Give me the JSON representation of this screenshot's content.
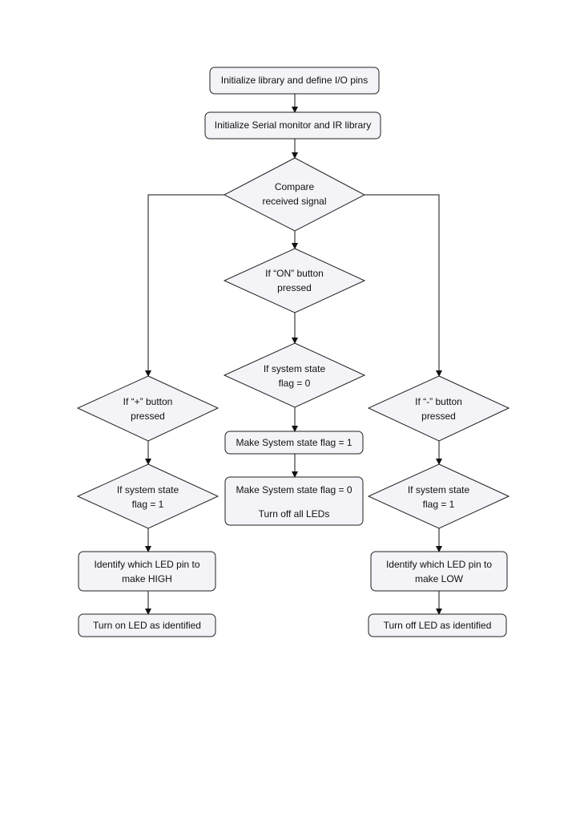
{
  "flowchart": {
    "nodes": {
      "init_library": "Initialize library and define I/O pins",
      "init_serial": "Initialize Serial monitor and IR library",
      "compare": [
        "Compare",
        "received signal"
      ],
      "on_pressed": [
        "If “ON” button",
        "pressed"
      ],
      "on_flag0": [
        "If system state",
        "flag = 0"
      ],
      "make_flag1": "Make System state flag = 1",
      "make_flag0": "Make System state flag = 0",
      "turn_off_all": "Turn off all LEDs",
      "plus_pressed": [
        "If “+” button",
        "pressed"
      ],
      "plus_flag1": [
        "If system state",
        "flag = 1"
      ],
      "identify_high": [
        "Identify which LED pin to",
        "make HIGH"
      ],
      "turn_on_led": "Turn on LED as identified",
      "minus_pressed": [
        "If “-” button",
        "pressed"
      ],
      "minus_flag1": [
        "If system state",
        "flag = 1"
      ],
      "identify_low": [
        "Identify which LED pin to",
        "make LOW"
      ],
      "turn_off_led": "Turn off LED as identified"
    }
  }
}
